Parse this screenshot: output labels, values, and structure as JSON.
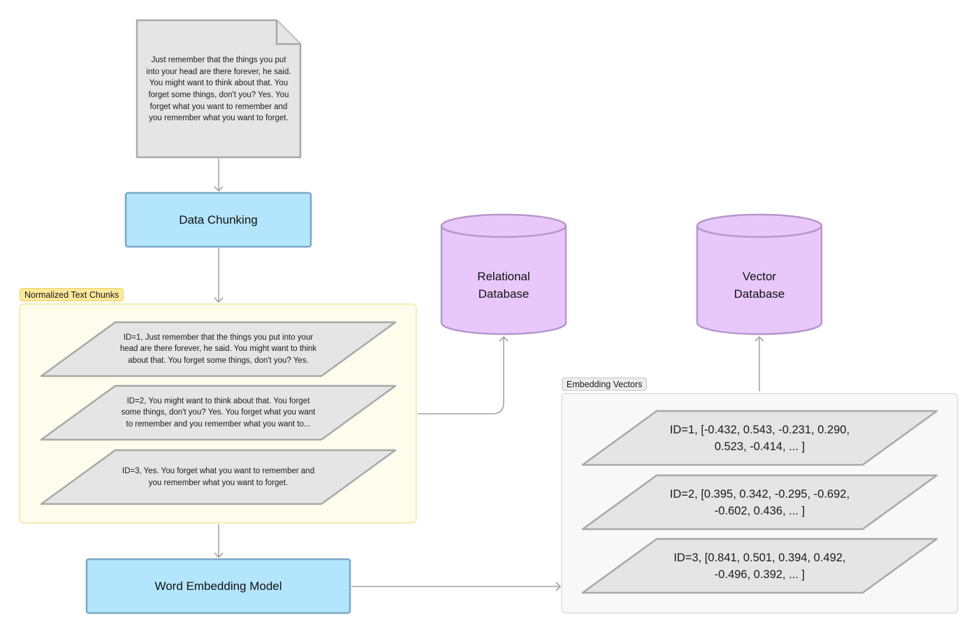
{
  "document": {
    "text": "Just remember that the things you put\ninto your head are there forever, he said.\nYou might want to think about that. You\nforget some things, don't you? Yes. You\nforget what you want to remember and\nyou remember what you want to forget."
  },
  "steps": {
    "chunking": "Data Chunking",
    "embedding": "Word Embedding Model"
  },
  "groups": {
    "chunks_label": "Normalized Text Chunks",
    "vectors_label": "Embedding Vectors"
  },
  "chunks": [
    {
      "text": "ID=1, Just remember that the things you put into your\nhead are there forever, he said. You might want to think\nabout that. You forget some things, don't you? Yes."
    },
    {
      "text": "ID=2, You might want to think about that. You forget\nsome things, don't you? Yes. You forget what you want\nto remember and you remember what you want to..."
    },
    {
      "text": "ID=3, Yes. You forget what you want to remember and\nyou remember what you want to forget."
    }
  ],
  "vectors": [
    {
      "text": "ID=1, [-0.432, 0.543, -0.231, 0.290,\n0.523, -0.414, ... ]"
    },
    {
      "text": "ID=2, [0.395, 0.342, -0.295, -0.692,\n-0.602, 0.436, ... ]"
    },
    {
      "text": "ID=3, [0.841, 0.501, 0.394, 0.492,\n-0.496, 0.392, ... ]"
    }
  ],
  "databases": {
    "relational": "Relational\nDatabase",
    "vector": "Vector\nDatabase"
  },
  "colors": {
    "process_fill": "#b3e5fc",
    "process_stroke": "#7ba7c4",
    "db_fill": "#e8c8fb",
    "db_stroke": "#b597cc",
    "shape_fill": "#e5e5e5",
    "shape_stroke": "#a8a8a8",
    "chunks_group_fill": "#fefcec",
    "chunks_group_stroke": "#f5e08a",
    "vectors_group_fill": "#f8f8f8",
    "vectors_group_stroke": "#d4d4d4",
    "arrow": "#a3a3a3"
  }
}
